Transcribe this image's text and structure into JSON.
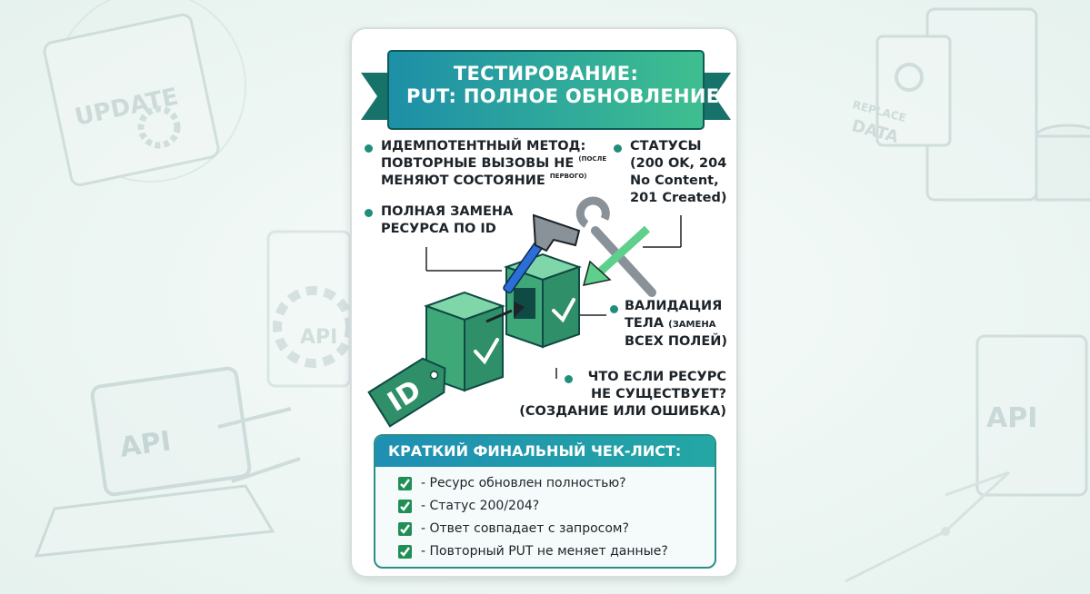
{
  "banner": {
    "title_line1": "ТЕСТИРОВАНИЕ:",
    "title_line2": "PUT: ПОЛНОЕ ОБНОВЛЕНИЕ"
  },
  "points": {
    "idempotent": {
      "line1": "ИДЕМПОТЕНТНЫЙ МЕТОД:",
      "line2": "ПОВТОРНЫЕ ВЫЗОВЫ НЕ",
      "line3": "МЕНЯЮТ СОСТОЯНИЕ",
      "note1": "(ПОСЛЕ",
      "note2": "ПЕРВОГО)"
    },
    "statuses": {
      "line1": "СТАТУСЫ",
      "line2": "(200 OK, 204",
      "line3": "No Content,",
      "line4": "201 Created)"
    },
    "full_replace": {
      "line1": "ПОЛНАЯ ЗАМЕНА",
      "line2": "РЕСУРСА ПО ID"
    },
    "validation": {
      "line1": "ВАЛИДАЦИЯ",
      "line2": "ТЕЛА",
      "note1": "(ЗАМЕНА",
      "line3": "ВСЕХ ПОЛЕЙ)"
    },
    "missing": {
      "line1": "ЧТО ЕСЛИ РЕСУРС",
      "line2": "НЕ СУЩЕСТВУЕТ?",
      "line3": "(СОЗДАНИЕ ИЛИ ОШИБКА)"
    }
  },
  "tag_label": "ID",
  "background": {
    "update_label": "UPDATE",
    "api_label_left": "API",
    "api_label_mid": "API",
    "api_label_right": "API",
    "replace_label1": "REPLACE",
    "replace_label2": "DATA"
  },
  "checklist": {
    "header": "КРАТКИЙ ФИНАЛЬНЫЙ ЧЕК-ЛИСТ:",
    "items": [
      "- Ресурс обновлен полностью?",
      "- Статус 200/204?",
      "- Ответ совпадает с запросом?",
      "- Повторный PUT не меняет данные?"
    ]
  },
  "colors": {
    "teal": "#1f8f7a",
    "green": "#5fcf8c",
    "checkbox": "#1f8f55",
    "banner_gradient": [
      "#1d8fa8",
      "#3fbf8f"
    ]
  },
  "icons": [
    "gear-icon",
    "hammer-icon",
    "wrench-icon",
    "arrow-icon",
    "checkmark-icon",
    "id-tag-icon",
    "database-icon",
    "refresh-icon",
    "laptop-icon",
    "browser-window-icon"
  ]
}
